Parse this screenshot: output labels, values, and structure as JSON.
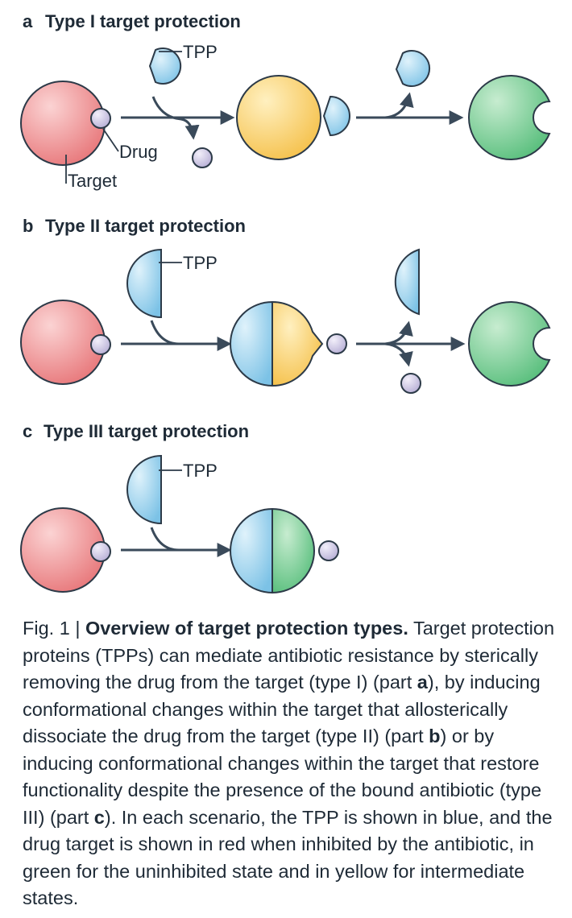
{
  "panels": {
    "a": {
      "letter": "a",
      "title": "Type I target protection",
      "tpp_label": "TPP",
      "drug_label": "Drug",
      "target_label": "Target"
    },
    "b": {
      "letter": "b",
      "title": "Type II target protection",
      "tpp_label": "TPP"
    },
    "c": {
      "letter": "c",
      "title": "Type III target protection",
      "tpp_label": "TPP"
    }
  },
  "colors": {
    "inhibited_target": "#e8797c",
    "intermediate_target": "#f7c85c",
    "uninhibited_target": "#6dc88c",
    "tpp": "#8ccbe9",
    "drug": "#c9c3e0",
    "arrow": "#3a4a5a"
  },
  "caption": {
    "fig_label": "Fig. 1",
    "separator": "|",
    "bold_title": "Overview of target protection types.",
    "t1": "Target protection proteins (TPPs) can mediate antibiotic resistance by sterically removing the drug from the target (type I) (part ",
    "ref_a": "a",
    "t2": "), by inducing conformational changes within the target that allosterically dissociate the drug from the target (type II) (part ",
    "ref_b": "b",
    "t3": ") or by inducing conformational changes within the target that restore functionality despite the presence of the bound antibiotic (type III) (part ",
    "ref_c": "c",
    "t4": "). In each scenario, the TPP is shown in blue, and the drug target is shown in red when inhibited by the antibiotic, in green for the uninhibited state and in yellow for intermediate states."
  }
}
